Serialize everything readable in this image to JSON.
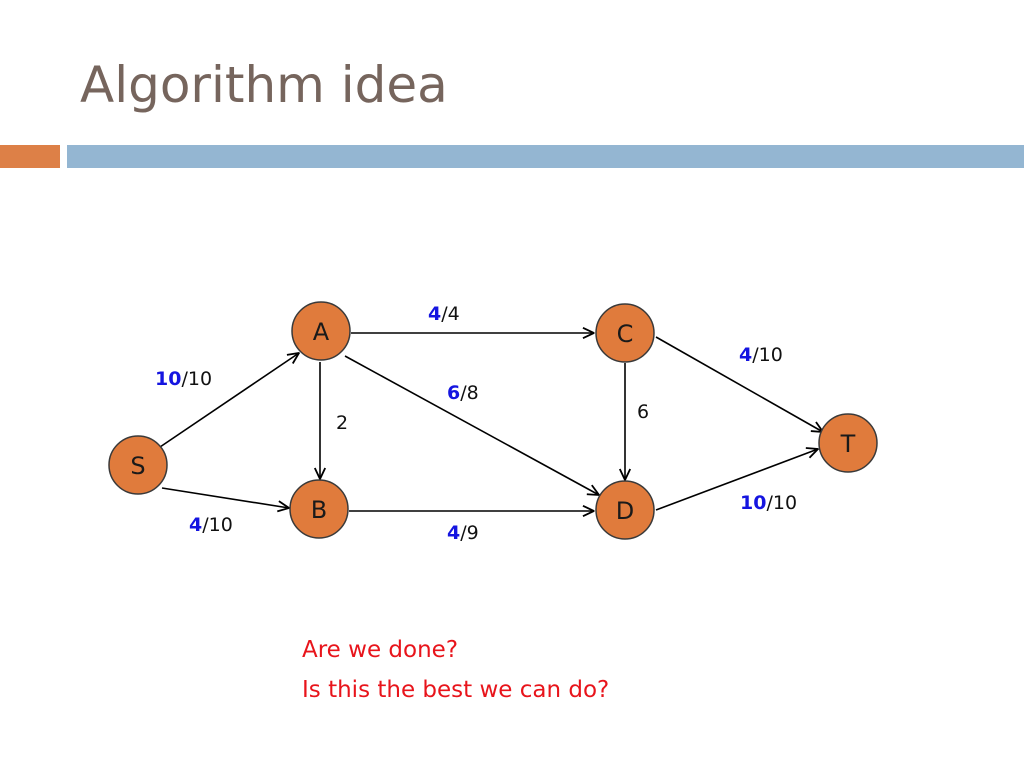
{
  "slide": {
    "title": "Algorithm idea",
    "questions": [
      "Are we done?",
      "Is this the best we can do?"
    ]
  },
  "colors": {
    "title_text": "#76655D",
    "accent_orange": "#DD8047",
    "accent_blue": "#94B6D2",
    "node_fill": "#E07B3C",
    "flow_value": "#1515E0",
    "question_text": "#E8141B"
  },
  "diagram": {
    "separator": "/",
    "nodes": [
      {
        "id": "S",
        "label": "S"
      },
      {
        "id": "A",
        "label": "A"
      },
      {
        "id": "B",
        "label": "B"
      },
      {
        "id": "C",
        "label": "C"
      },
      {
        "id": "D",
        "label": "D"
      },
      {
        "id": "T",
        "label": "T"
      }
    ],
    "edges": [
      {
        "from": "S",
        "to": "A",
        "flow": "10",
        "capacity": "10"
      },
      {
        "from": "S",
        "to": "B",
        "flow": "4",
        "capacity": "10"
      },
      {
        "from": "A",
        "to": "C",
        "flow": "4",
        "capacity": "4"
      },
      {
        "from": "A",
        "to": "B",
        "capacity": "2"
      },
      {
        "from": "A",
        "to": "D",
        "flow": "6",
        "capacity": "8"
      },
      {
        "from": "C",
        "to": "D",
        "capacity": "6"
      },
      {
        "from": "C",
        "to": "T",
        "flow": "4",
        "capacity": "10"
      },
      {
        "from": "B",
        "to": "D",
        "flow": "4",
        "capacity": "9"
      },
      {
        "from": "D",
        "to": "T",
        "flow": "10",
        "capacity": "10"
      }
    ]
  }
}
